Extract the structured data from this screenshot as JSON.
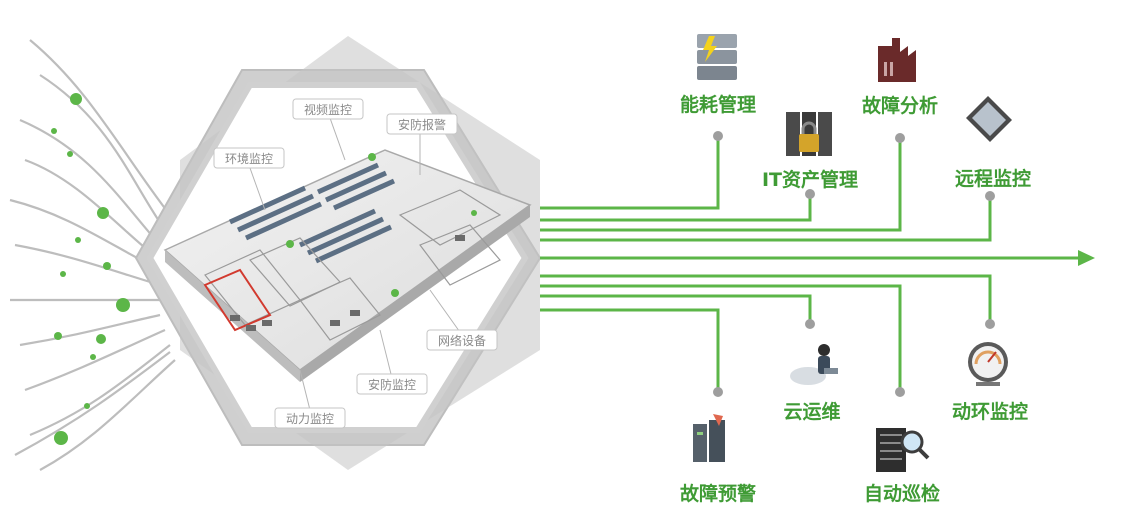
{
  "diagram": {
    "floor_areas": [
      {
        "key": "video",
        "label": "视频监控"
      },
      {
        "key": "security_alarm",
        "label": "安防报警"
      },
      {
        "key": "environment",
        "label": "环境监控"
      },
      {
        "key": "network",
        "label": "网络设备"
      },
      {
        "key": "security",
        "label": "安防监控"
      },
      {
        "key": "power",
        "label": "动力监控"
      }
    ],
    "functions": [
      {
        "key": "energy",
        "label": "能耗管理",
        "icon": "server-energy-icon"
      },
      {
        "key": "it_asset",
        "label": "IT资产管理",
        "icon": "server-lock-icon"
      },
      {
        "key": "fault_analysis",
        "label": "故障分析",
        "icon": "factory-icon"
      },
      {
        "key": "remote",
        "label": "远程监控",
        "icon": "tablet-icon"
      },
      {
        "key": "cloud_ops",
        "label": "云运维",
        "icon": "cloud-user-icon"
      },
      {
        "key": "env_power",
        "label": "动环监控",
        "icon": "gauge-icon"
      },
      {
        "key": "fault_warning",
        "label": "故障预警",
        "icon": "server-alert-icon"
      },
      {
        "key": "auto_patrol",
        "label": "自动巡检",
        "icon": "server-search-icon"
      }
    ],
    "colors": {
      "accent": "#5cb648",
      "label": "#3f9b35",
      "hex": "#c9c9c9",
      "hex_inner": "#d9d9d9",
      "connector": "#9e9e9e"
    }
  }
}
